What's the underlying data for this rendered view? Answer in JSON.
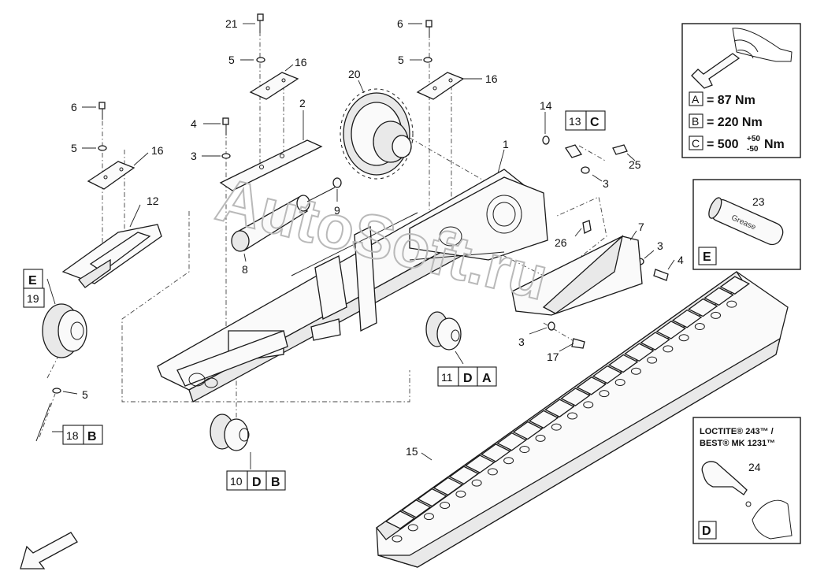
{
  "watermark": "AutoSoft.ru",
  "callouts": [
    {
      "id": "c21",
      "text": "21"
    },
    {
      "id": "c5a",
      "text": "5"
    },
    {
      "id": "c16a",
      "text": "16"
    },
    {
      "id": "c6a",
      "text": "6"
    },
    {
      "id": "c5b",
      "text": "5"
    },
    {
      "id": "c16b",
      "text": "16"
    },
    {
      "id": "c20",
      "text": "20"
    },
    {
      "id": "c2",
      "text": "2"
    },
    {
      "id": "c4a",
      "text": "4"
    },
    {
      "id": "c3a",
      "text": "3"
    },
    {
      "id": "c6b",
      "text": "6"
    },
    {
      "id": "c5c",
      "text": "5"
    },
    {
      "id": "c16c",
      "text": "16"
    },
    {
      "id": "c14",
      "text": "14"
    },
    {
      "id": "c1",
      "text": "1"
    },
    {
      "id": "c25",
      "text": "25"
    },
    {
      "id": "c3b",
      "text": "3"
    },
    {
      "id": "c9",
      "text": "9"
    },
    {
      "id": "c12",
      "text": "12"
    },
    {
      "id": "c8",
      "text": "8"
    },
    {
      "id": "c26",
      "text": "26"
    },
    {
      "id": "c7",
      "text": "7"
    },
    {
      "id": "c3c",
      "text": "3"
    },
    {
      "id": "c4b",
      "text": "4"
    },
    {
      "id": "c3d",
      "text": "3"
    },
    {
      "id": "c17",
      "text": "17"
    },
    {
      "id": "c5d",
      "text": "5"
    },
    {
      "id": "c15",
      "text": "15"
    }
  ],
  "ref_boxes": {
    "b13": {
      "num": "13",
      "letters": [
        "C"
      ]
    },
    "b11": {
      "num": "11",
      "letters": [
        "D",
        "A"
      ]
    },
    "b19": {
      "num": "19",
      "letters": []
    },
    "bE": {
      "num": "",
      "letters": [
        "E"
      ]
    },
    "b18": {
      "num": "18",
      "letters": [
        "B"
      ]
    },
    "b10": {
      "num": "10",
      "letters": [
        "D",
        "B"
      ]
    }
  },
  "torque_panel": {
    "rows": [
      {
        "letter": "A",
        "text": "= 87 Nm"
      },
      {
        "letter": "B",
        "text": "= 220 Nm"
      },
      {
        "letter": "C",
        "text": "= 500",
        "sup": "+50",
        "sub": "-50",
        "unit": "Nm"
      }
    ]
  },
  "grease_panel": {
    "number": "23",
    "tube_text": "Grease",
    "letter": "E"
  },
  "loctite_panel": {
    "line1": "LOCTITE® 243™ /",
    "line2": "BEST® MK 1231™",
    "number": "24",
    "letter": "D"
  },
  "colors": {
    "ink": "#1a1a1a",
    "watermark": "#b9b9b9",
    "paper": "#ffffff"
  }
}
